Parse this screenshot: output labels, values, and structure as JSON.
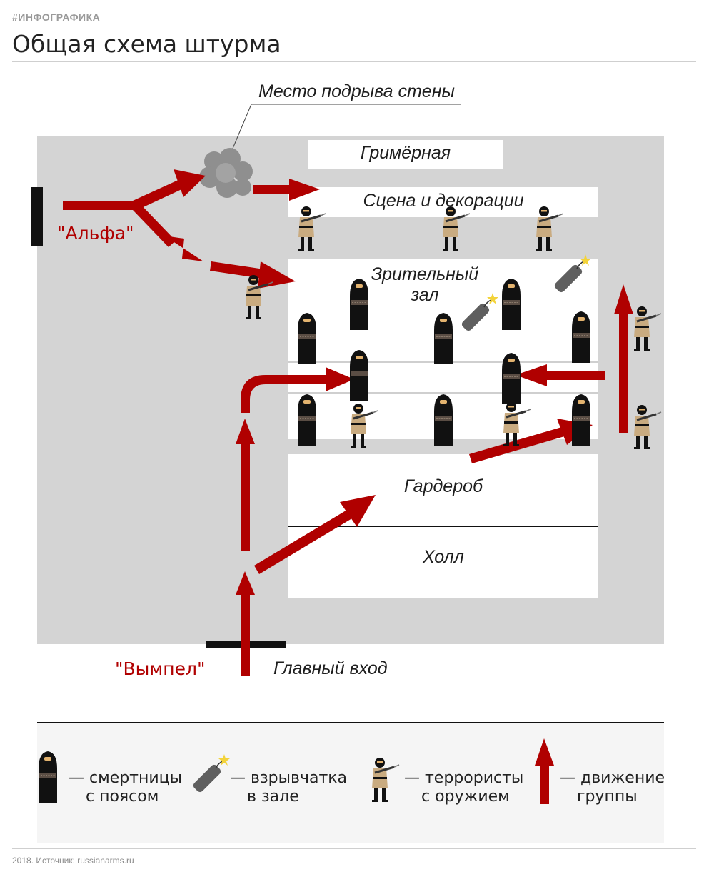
{
  "header": {
    "tag": "#ИНФОГРАФИКА",
    "title": "Общая схема штурма"
  },
  "diagram": {
    "wall_blast_label": "Место подрыва стены",
    "rooms": {
      "dressing_room": "Гримёрная",
      "stage": "Сцена и декорации",
      "auditorium_line1": "Зрительный",
      "auditorium_line2": "зал",
      "cloakroom": "Гардероб",
      "hall": "Холл"
    },
    "groups": {
      "alpha": "\"Альфа\"",
      "vympel": "\"Вымпел\""
    },
    "main_entrance": "Главный вход"
  },
  "legend": {
    "female_bomber": [
      "— смертницы",
      "с поясом"
    ],
    "explosives": [
      "— взрывчатка",
      "в зале"
    ],
    "terrorists": [
      "— террористы",
      "с оружием"
    ],
    "movement": [
      "— движение",
      "группы"
    ]
  },
  "footer": {
    "source": "2018. Источник: russianarms.ru"
  },
  "colors": {
    "arrow_red": "#b00000",
    "building_gray": "#d4d4d4",
    "room_white": "#ffffff",
    "figure_black": "#111111",
    "uniform_tan": "#c9ab80",
    "smoke_gray": "#8f8f8f"
  },
  "icons": [
    "female-bomber-icon",
    "explosive-icon",
    "terrorist-icon",
    "movement-arrow-icon",
    "smoke-icon"
  ]
}
